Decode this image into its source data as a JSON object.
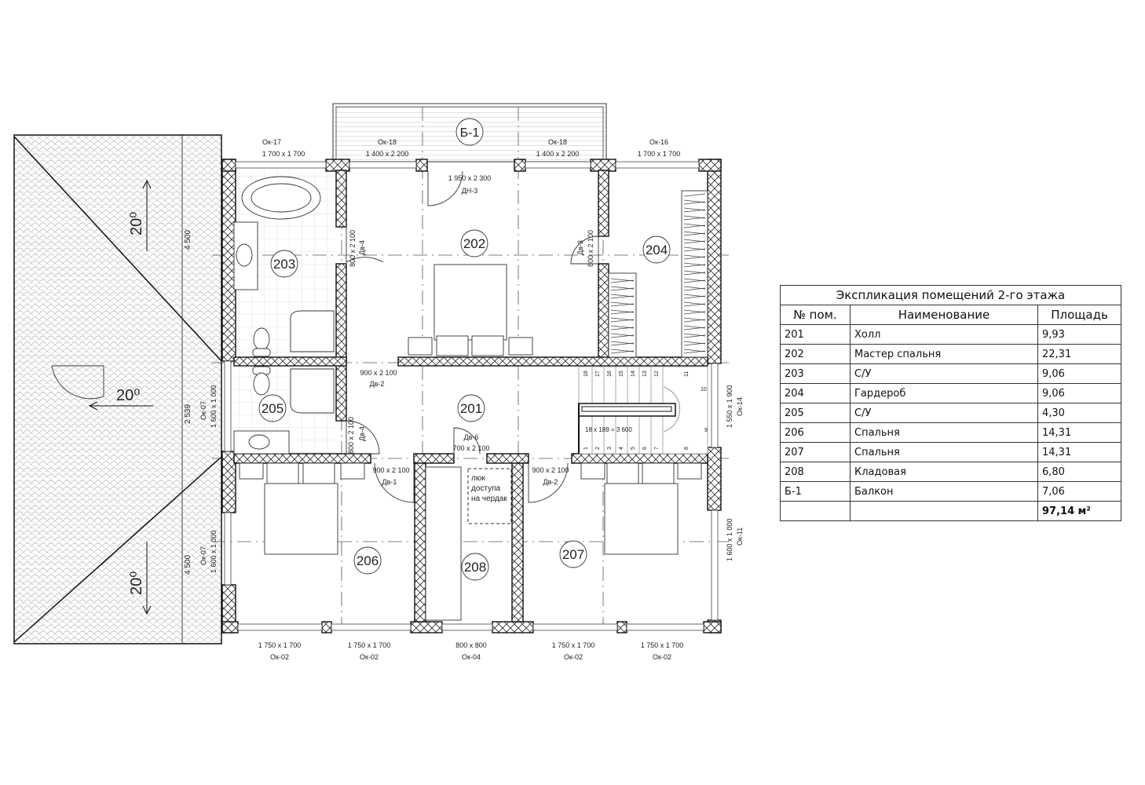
{
  "plan": {
    "balcony_label": "Б-1",
    "rooms": [
      "201",
      "202",
      "203",
      "204",
      "205",
      "206",
      "207",
      "208"
    ],
    "roof_slopes": [
      "20⁰",
      "20⁰",
      "20⁰"
    ],
    "dimensions_left": [
      "4 500",
      "2 539",
      "4 500"
    ],
    "windows_top": [
      {
        "mark": "Ок-17",
        "size": "1 700 x 1 700"
      },
      {
        "mark": "Ок-18",
        "size": "1 400 x 2 200"
      },
      {
        "mark": "Ок-18",
        "size": "1 400 x 2 200"
      },
      {
        "mark": "Ок-16",
        "size": "1 700 x 1 700"
      }
    ],
    "windows_bottom": [
      {
        "mark": "Ок-02",
        "size": "1 750 x 1 700"
      },
      {
        "mark": "Ок-02",
        "size": "1 750 x 1 700"
      },
      {
        "mark": "Ок-04",
        "size": "800 x 800"
      },
      {
        "mark": "Ок-02",
        "size": "1 750 x 1 700"
      },
      {
        "mark": "Ок-02",
        "size": "1 750 x 1 700"
      }
    ],
    "windows_left": [
      {
        "mark": "Ок-07",
        "size": "1 600 x 1 000"
      },
      {
        "mark": "Ок-07",
        "size": "1 600 x 1 000"
      }
    ],
    "windows_right": [
      {
        "mark": "Ок-14",
        "size": "1 550 x 1 900"
      },
      {
        "mark": "Ок-11",
        "size": "1 600 x 1 000"
      }
    ],
    "balcony_door": {
      "mark": "ДН-3",
      "size": "1 950 x 2 300"
    },
    "doors": [
      {
        "mark": "Дв-4",
        "size": "800 x 2 100"
      },
      {
        "mark": "Дв-3",
        "size": "800 x 2 100"
      },
      {
        "mark": "Дв-2",
        "size": "900 x 2 100"
      },
      {
        "mark": "Дв-4",
        "size": "800 x 2 100"
      },
      {
        "mark": "Дв-6",
        "size": "700 x 2 100"
      },
      {
        "mark": "Дв-1",
        "size": "900 x 2 100"
      },
      {
        "mark": "Дв-2",
        "size": "900 x 2 100"
      }
    ],
    "attic_hatch": [
      "люк",
      "доступа",
      "на чердак"
    ],
    "stair": {
      "formula": "18 x 189 = 3 600",
      "steps": [
        "1",
        "2",
        "3",
        "4",
        "5",
        "6",
        "7",
        "8",
        "9",
        "10",
        "11",
        "12",
        "13",
        "14",
        "15",
        "16",
        "17",
        "18"
      ]
    }
  },
  "table": {
    "title": "Экспликация помещений 2-го этажа",
    "headers": [
      "№ пом.",
      "Наименование",
      "Площадь"
    ],
    "rows": [
      [
        "201",
        "Холл",
        "9,93"
      ],
      [
        "202",
        "Мастер спальня",
        "22,31"
      ],
      [
        "203",
        "С/У",
        "9,06"
      ],
      [
        "204",
        "Гардероб",
        "9,06"
      ],
      [
        "205",
        "С/У",
        "4,30"
      ],
      [
        "206",
        "Спальня",
        "14,31"
      ],
      [
        "207",
        "Спальня",
        "14,31"
      ],
      [
        "208",
        "Кладовая",
        "6,80"
      ],
      [
        "Б-1",
        "Балкон",
        "7,06"
      ]
    ],
    "total": "97,14 м²"
  }
}
